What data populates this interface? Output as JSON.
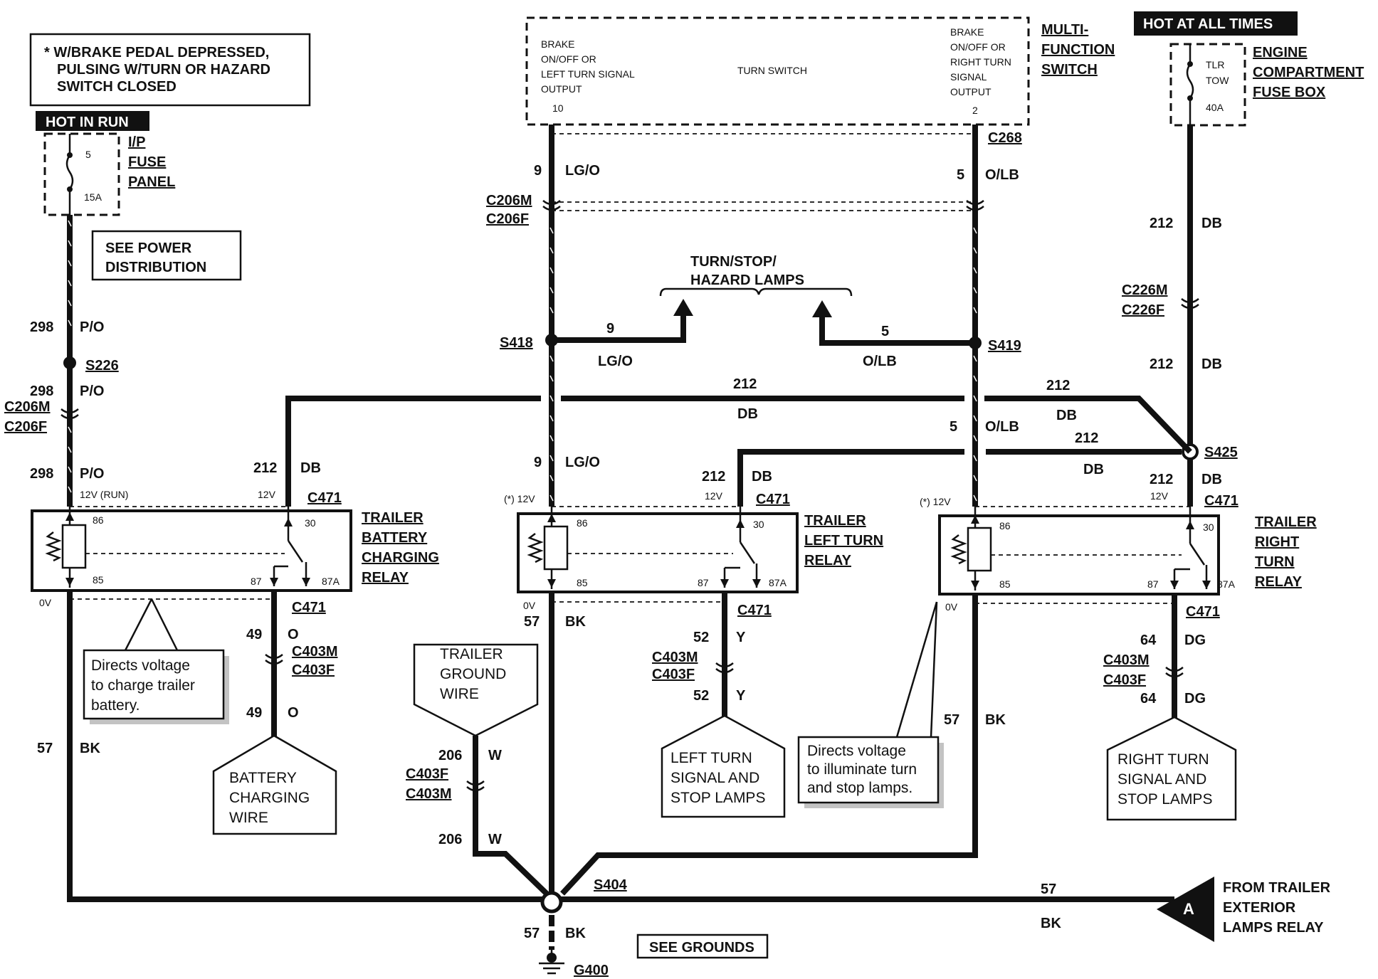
{
  "note": {
    "lines": [
      "* W/BRAKE PEDAL DEPRESSED,",
      "PULSING W/TURN OR HAZARD",
      "SWITCH CLOSED"
    ]
  },
  "hot_in_run": "HOT IN RUN",
  "hot_all_times": "HOT AT ALL TIMES",
  "ip_fuse": {
    "num": "5",
    "rating": "15A",
    "label": [
      "I/P",
      "FUSE",
      "PANEL"
    ]
  },
  "eng_fuse": {
    "l1": "TLR",
    "l2": "TOW",
    "rating": "40A",
    "label": [
      "ENGINE",
      "COMPARTMENT",
      "FUSE BOX"
    ]
  },
  "see_power": [
    "SEE POWER",
    "DISTRIBUTION"
  ],
  "mfs": {
    "left": [
      "BRAKE",
      "ON/OFF OR",
      "LEFT TURN SIGNAL",
      "OUTPUT"
    ],
    "left_pin": "10",
    "center": "TURN SWITCH",
    "right": [
      "BRAKE",
      "ON/OFF OR",
      "RIGHT TURN",
      "SIGNAL",
      "OUTPUT"
    ],
    "right_pin": "2",
    "label": [
      "MULTI-",
      "FUNCTION",
      "SWITCH"
    ]
  },
  "connectors": {
    "c268": "C268",
    "c206m": "C206M",
    "c206f": "C206F",
    "c226m": "C226M",
    "c226f": "C226F",
    "c471": "C471",
    "c403m": "C403M",
    "c403f": "C403F"
  },
  "splices": {
    "s226": "S226",
    "s418": "S418",
    "s419": "S419",
    "s425": "S425",
    "s404": "S404"
  },
  "ground": {
    "g400": "G400",
    "see_grounds": "SEE GROUNDS"
  },
  "lamps_title": [
    "TURN/STOP/",
    "HAZARD LAMPS"
  ],
  "circuits": {
    "c298": "298",
    "po": "P/O",
    "c9": "9",
    "lgo": "LG/O",
    "c5": "5",
    "olb": "O/LB",
    "c212": "212",
    "db": "DB",
    "c57": "57",
    "bk": "BK",
    "c49": "49",
    "o": "O",
    "c52": "52",
    "y": "Y",
    "c64": "64",
    "dg": "DG",
    "c206": "206",
    "w": "W"
  },
  "voltages": {
    "v12run": "12V (RUN)",
    "v12": "12V",
    "v12star": "(*) 12V",
    "v0": "0V"
  },
  "pins": {
    "p86": "86",
    "p85": "85",
    "p30": "30",
    "p87": "87",
    "p87a": "87A"
  },
  "relays": {
    "battery": [
      "TRAILER",
      "BATTERY",
      "CHARGING",
      "RELAY"
    ],
    "left": [
      "TRAILER",
      "LEFT TURN",
      "RELAY"
    ],
    "right": [
      "TRAILER",
      "RIGHT",
      "TURN",
      "RELAY"
    ]
  },
  "callouts": {
    "charge": [
      "Directs  voltage",
      "to charge trailer",
      "battery."
    ],
    "illum": [
      "Directs voltage",
      "to illuminate turn",
      "and stop lamps."
    ]
  },
  "destinations": {
    "battery_wire": [
      "BATTERY",
      "CHARGING",
      "WIRE"
    ],
    "trailer_ground": [
      "TRAILER",
      "GROUND",
      "WIRE"
    ],
    "left_lamps": [
      "LEFT TURN",
      "SIGNAL AND",
      "STOP LAMPS"
    ],
    "right_lamps": [
      "RIGHT TURN",
      "SIGNAL AND",
      "STOP LAMPS"
    ]
  },
  "from_trailer": {
    "letter": "A",
    "lines": [
      "FROM TRAILER",
      "EXTERIOR",
      "LAMPS RELAY"
    ]
  }
}
